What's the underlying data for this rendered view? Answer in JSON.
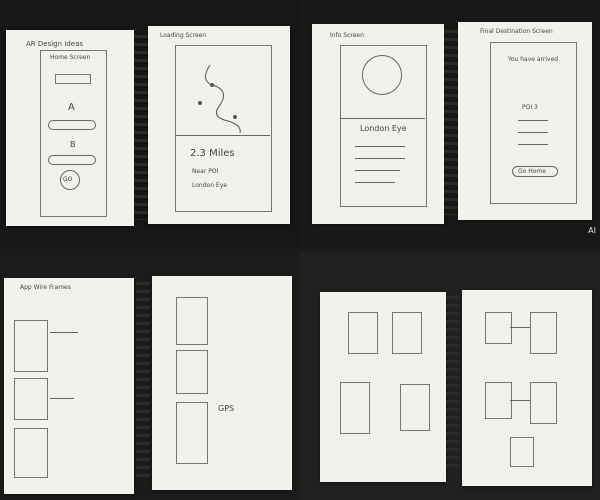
{
  "q1": {
    "left_title": "AR Design Ideas",
    "screen_title": "Home Screen",
    "a_label": "A",
    "b_label": "B",
    "go_label": "GO",
    "right_title": "Loading Screen",
    "distance": "2.3 Miles",
    "poi_label": "Near POI",
    "poi_name": "London Eye"
  },
  "q2": {
    "left_title": "Info Screen",
    "poi_name": "London Eye",
    "right_title": "Final Destination Screen",
    "arrived": "You have arrived",
    "pois": "POI 3",
    "button": "Go Home"
  },
  "q3": {
    "left_title": "App Wire Frames",
    "right_note": "GPS"
  },
  "q4": {},
  "watermark": "AI"
}
